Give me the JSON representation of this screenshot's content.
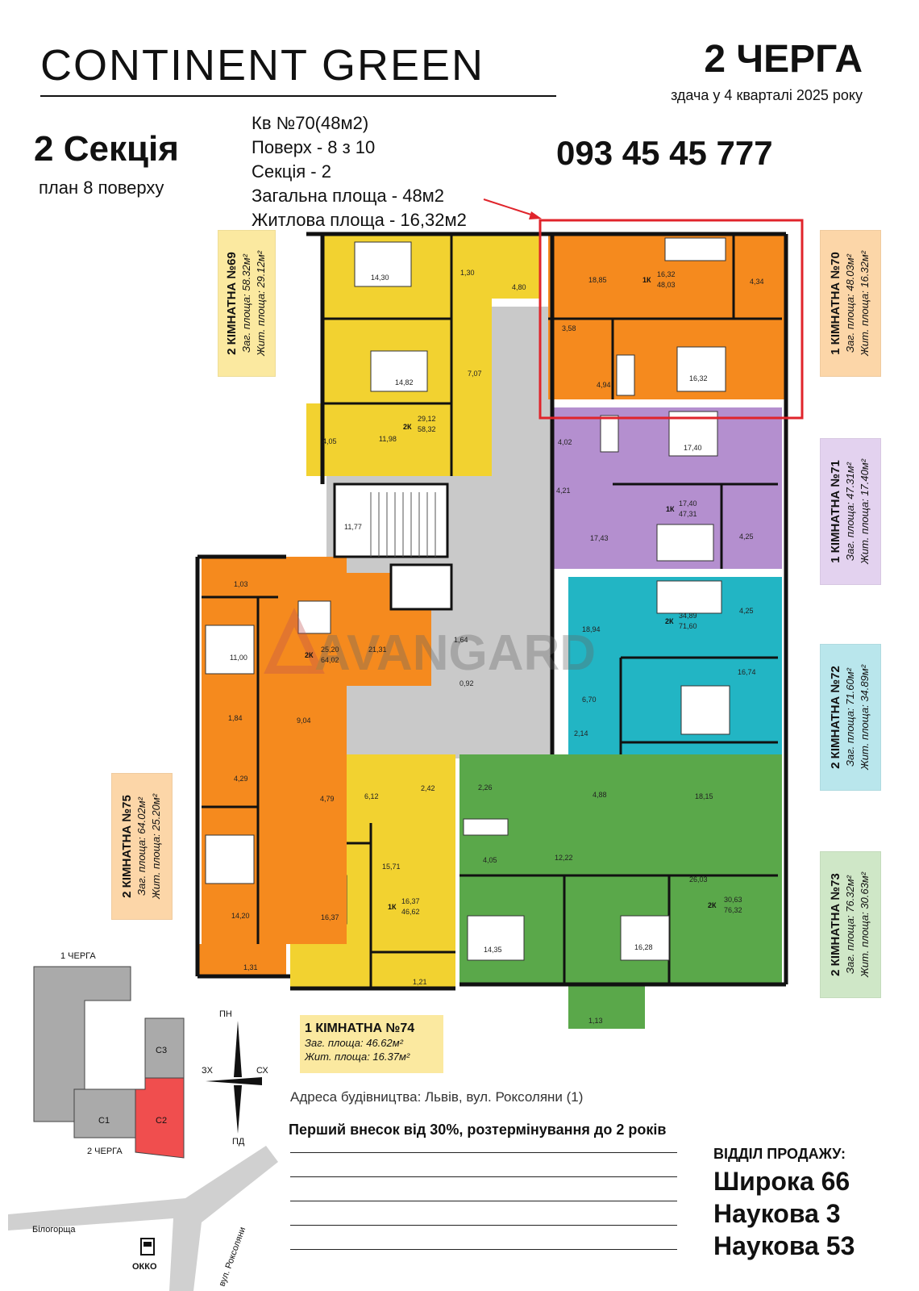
{
  "brand": "CONTINENT GREEN",
  "queue": {
    "title": "2 ЧЕРГА",
    "subtitle": "здача у 4 кварталі 2025 року"
  },
  "section": {
    "title": "2 Секція",
    "subtitle": "план 8 поверху"
  },
  "phone": "093 45 45 777",
  "info": [
    "Кв №70(48м2)",
    "Поверх - 8 з 10",
    "Секція - 2",
    "Загальна площа - 48м2",
    "Житлова площа - 16,32м2"
  ],
  "watermark": "AVANGARD",
  "apartments": {
    "a69": {
      "title": "2 КІМНАТНА №69",
      "total": "Заг. площа: 58.32м²",
      "living": "Жит. площа: 29.12м²"
    },
    "a70": {
      "title": "1 КІМНАТНА №70",
      "total": "Заг. площа: 48.03м²",
      "living": "Жит. площа: 16.32м²"
    },
    "a71": {
      "title": "1 КІМНАТНА №71",
      "total": "Заг. площа: 47.31м²",
      "living": "Жит. площа: 17.40м²"
    },
    "a72": {
      "title": "2 КІМНАТНА №72",
      "total": "Заг. площа: 71.60м²",
      "living": "Жит. площа: 34.89м²"
    },
    "a73": {
      "title": "2 КІМНАТНА №73",
      "total": "Заг. площа: 76.32м²",
      "living": "Жит. площа: 30.63м²"
    },
    "a74": {
      "title": "1 КІМНАТНА №74",
      "total": "Заг. площа: 46.62м²",
      "living": "Жит. площа: 16.37м²"
    },
    "a75": {
      "title": "2 КІМНАТНА №75",
      "total": "Заг. площа: 64.02м²",
      "living": "Жит. площа: 25.20м²"
    }
  },
  "room_labels": {
    "r1": "14,30",
    "r2": "1,30",
    "r3": "4,80",
    "r4": "14,82",
    "r5": "7,07",
    "r6": "4,05",
    "r7": "11,98",
    "r8": "2К",
    "r9": "29,12",
    "r10": "58,32",
    "r11": "18,85",
    "r12": "1К",
    "r13": "16,32",
    "r14": "48,03",
    "r15": "4,34",
    "r16": "3,58",
    "r17": "4,94",
    "r18": "16,32",
    "r19": "4,02",
    "r20": "17,40",
    "r21": "4,21",
    "r22": "1К",
    "r23": "17,40",
    "r24": "47,31",
    "r25": "17,43",
    "r26": "4,25",
    "r27": "18,94",
    "r28": "2К",
    "r29": "34,89",
    "r30": "71,60",
    "r31": "4,25",
    "r32": "16,74",
    "r33": "6,70",
    "r34": "2,14",
    "r35": "4,88",
    "r36": "18,15",
    "r37": "11,77",
    "r38": "1,64",
    "r39": "0,92",
    "r40": "1,03",
    "r41": "11,00",
    "r42": "2К",
    "r43": "25,20",
    "r44": "64,02",
    "r45": "21,31",
    "r46": "1,84",
    "r47": "9,04",
    "r48": "4,29",
    "r49": "14,20",
    "r50": "1,31",
    "r51": "4,79",
    "r52": "6,12",
    "r53": "2,42",
    "r54": "15,71",
    "r55": "16,37",
    "r56": "1К",
    "r57": "16,37",
    "r58": "46,62",
    "r59": "1,21",
    "r60": "2,26",
    "r61": "4,05",
    "r62": "12,22",
    "r63": "26,03",
    "r64": "2К",
    "r65": "30,63",
    "r66": "76,32",
    "r67": "14,35",
    "r68": "16,28",
    "r69": "1,13"
  },
  "site_map": {
    "queue1": "1 ЧЕРГА",
    "queue2": "2 ЧЕРГА",
    "c1": "C1",
    "c2": "C2",
    "c3": "C3",
    "north": "ПН",
    "south": "ПД",
    "west": "ЗХ",
    "east": "СХ",
    "street1": "Білогорща",
    "street2": "вул. Роксоляни",
    "station": "ОККО"
  },
  "address": "Адреса будівництва: Львів, вул. Роксоляни (1)",
  "down_payment": "Перший внесок від 30%, розтермінування до 2 років",
  "sales": {
    "title": "ВІДДІЛ ПРОДАЖУ:",
    "items": [
      "Широка 66",
      "Наукова 3",
      "Наукова 53"
    ]
  },
  "colors": {
    "yellow": "#f2d230",
    "orange": "#f58a1e",
    "purple": "#b48fcf",
    "teal": "#22b5c4",
    "green": "#5aa84a",
    "corridor": "#c9c9c9",
    "highlight": "#e0242b",
    "c2": "#f04e4e"
  }
}
